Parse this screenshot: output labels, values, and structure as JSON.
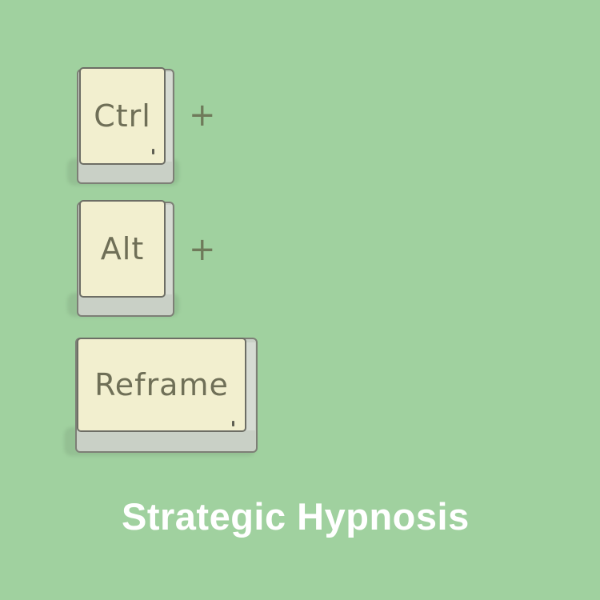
{
  "keys": [
    {
      "label": "Ctrl",
      "connector": "+"
    },
    {
      "label": "Alt",
      "connector": "+"
    },
    {
      "label": "Reframe"
    }
  ],
  "brand": {
    "title": "Strategic Hypnosis"
  },
  "colors": {
    "background": "#a0d19f",
    "keycap_top": "#f2efcf",
    "key_text": "#6f6f57",
    "brand_text": "#ffffff"
  }
}
